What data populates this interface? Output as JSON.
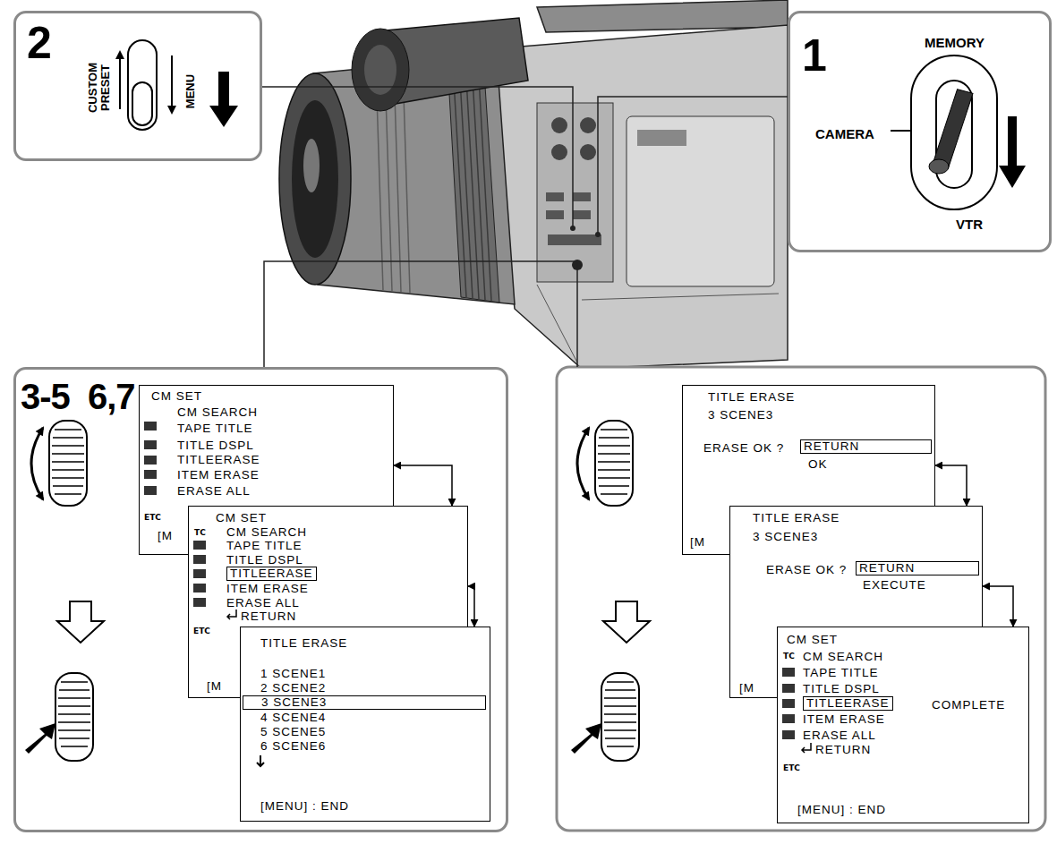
{
  "diagram": {
    "nodes": [
      {
        "text": [
          "2",
          "CUSTOM PRESET",
          "MENU"
        ]
      },
      {
        "text": [
          "1",
          "MEMORY",
          "CAMERA",
          "VTR"
        ]
      },
      {
        "text": [
          "3-5",
          "6,7"
        ]
      },
      {
        "text": [
          "CM SET",
          "CM SEARCH",
          "TAPE TITLE",
          "TITLE DSPL",
          "TITLEERASE",
          "ITEM ERASE",
          "ERASE ALL",
          "ETC",
          "[M"
        ],
        "in": 2
      },
      {
        "text": [
          "CM SET",
          "TC",
          "CM SEARCH",
          "TAPE TITLE",
          "TITLE DSPL",
          "TITLEERASE",
          "ITEM ERASE",
          "ERASE ALL",
          "RETURN",
          "ETC",
          "[M"
        ],
        "in": 2
      },
      {
        "text": [
          "TITLE ERASE",
          "1 SCENE1",
          "2 SCENE2",
          "3 SCENE3",
          "4 SCENE4",
          "5 SCENE5",
          "6 SCENE6",
          "[MENU] : END"
        ],
        "in": 2
      },
      {
        "text": [
          "TITLE ERASE",
          "3 SCENE3",
          "ERASE OK ?",
          "RETURN",
          "OK",
          "[M"
        ]
      },
      {
        "text": [
          "TITLE ERASE",
          "3 SCENE3",
          "ERASE OK ?",
          "RETURN",
          "EXECUTE",
          "[M"
        ]
      },
      {
        "text": [
          "CM SET",
          "TC",
          "CM SEARCH",
          "TAPE TITLE",
          "TITLE DSPL",
          "TITLEERASE",
          "COMPLETE",
          "ITEM ERASE",
          "ERASE ALL",
          "RETURN",
          "ETC",
          "[MENU] : END"
        ]
      }
    ],
    "edges": [
      {
        "from": 3,
        "to": 4,
        "arrow": "both"
      },
      {
        "from": 4,
        "to": 5,
        "arrow": "both"
      },
      {
        "from": 6,
        "to": 7,
        "arrow": "both"
      },
      {
        "from": 7,
        "to": 8,
        "arrow": "both"
      }
    ]
  }
}
